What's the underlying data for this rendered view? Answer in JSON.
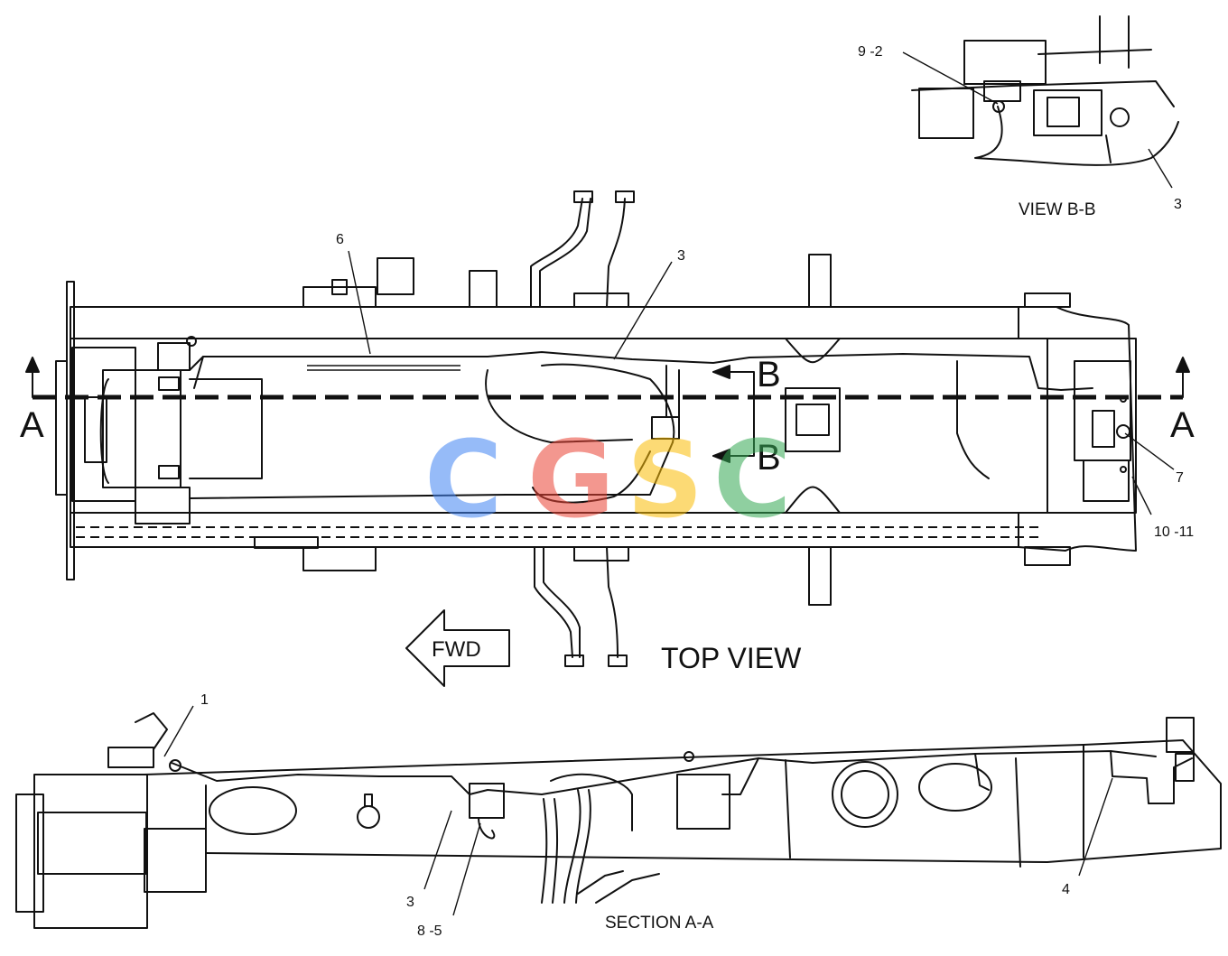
{
  "labels": {
    "top_view": "TOP VIEW",
    "view_bb": "VIEW B-B",
    "section_aa": "SECTION A-A",
    "fwd": "FWD",
    "section_a_left": "A",
    "section_a_right": "A",
    "view_b_upper": "B",
    "view_b_lower": "B"
  },
  "callouts": {
    "c1": "1",
    "c3_top": "3",
    "c3_viewbb": "3",
    "c3_section": "3",
    "c4": "4",
    "c6": "6",
    "c7": "7",
    "c8_5": "8 -5",
    "c9_2": "9 -2",
    "c10_11": "10 -11"
  },
  "watermark": {
    "letters": [
      "C",
      "G",
      "S",
      "C"
    ],
    "colors": [
      "#4285F4",
      "#EA4335",
      "#FBBC05",
      "#34A853"
    ]
  }
}
